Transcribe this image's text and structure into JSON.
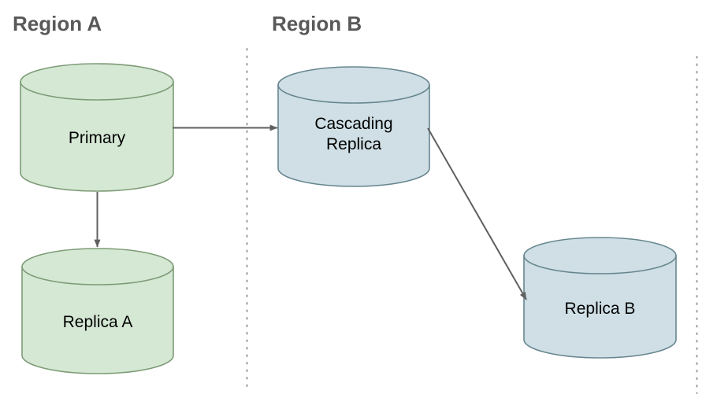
{
  "diagram": {
    "title_regions": [
      {
        "id": "region-a",
        "label": "Region A"
      },
      {
        "id": "region-b",
        "label": "Region B"
      }
    ],
    "nodes": [
      {
        "id": "primary",
        "label": "Primary",
        "shape": "cylinder",
        "region": "Region A",
        "fill": "#d5e8d4",
        "stroke": "#7d9b76"
      },
      {
        "id": "replica-a",
        "label": "Replica A",
        "shape": "cylinder",
        "region": "Region A",
        "fill": "#d5e8d4",
        "stroke": "#7d9b76"
      },
      {
        "id": "cascading-replica",
        "label": "Cascading\nReplica",
        "shape": "cylinder",
        "region": "Region B",
        "fill": "#cfdfe5",
        "stroke": "#67868f"
      },
      {
        "id": "replica-b",
        "label": "Replica B",
        "shape": "cylinder",
        "region": "Region B",
        "fill": "#cfdfe5",
        "stroke": "#67868f"
      }
    ],
    "edges": [
      {
        "id": "primary-to-cascading-replica",
        "from": "primary",
        "to": "cascading-replica",
        "style": "solid-arrow"
      },
      {
        "id": "primary-to-replica-a",
        "from": "primary",
        "to": "replica-a",
        "style": "solid-arrow"
      },
      {
        "id": "cascading-replica-to-replica-b",
        "from": "cascading-replica",
        "to": "replica-b",
        "style": "solid-arrow"
      }
    ],
    "dividers": [
      {
        "id": "divider-left",
        "style": "dotted-vertical"
      },
      {
        "id": "divider-right",
        "style": "dotted-vertical"
      }
    ],
    "colors": {
      "background": "#ffffff",
      "region_label": "#595959",
      "edge": "#606060",
      "divider": "#9a9a9a",
      "node_text": "#000000"
    }
  }
}
